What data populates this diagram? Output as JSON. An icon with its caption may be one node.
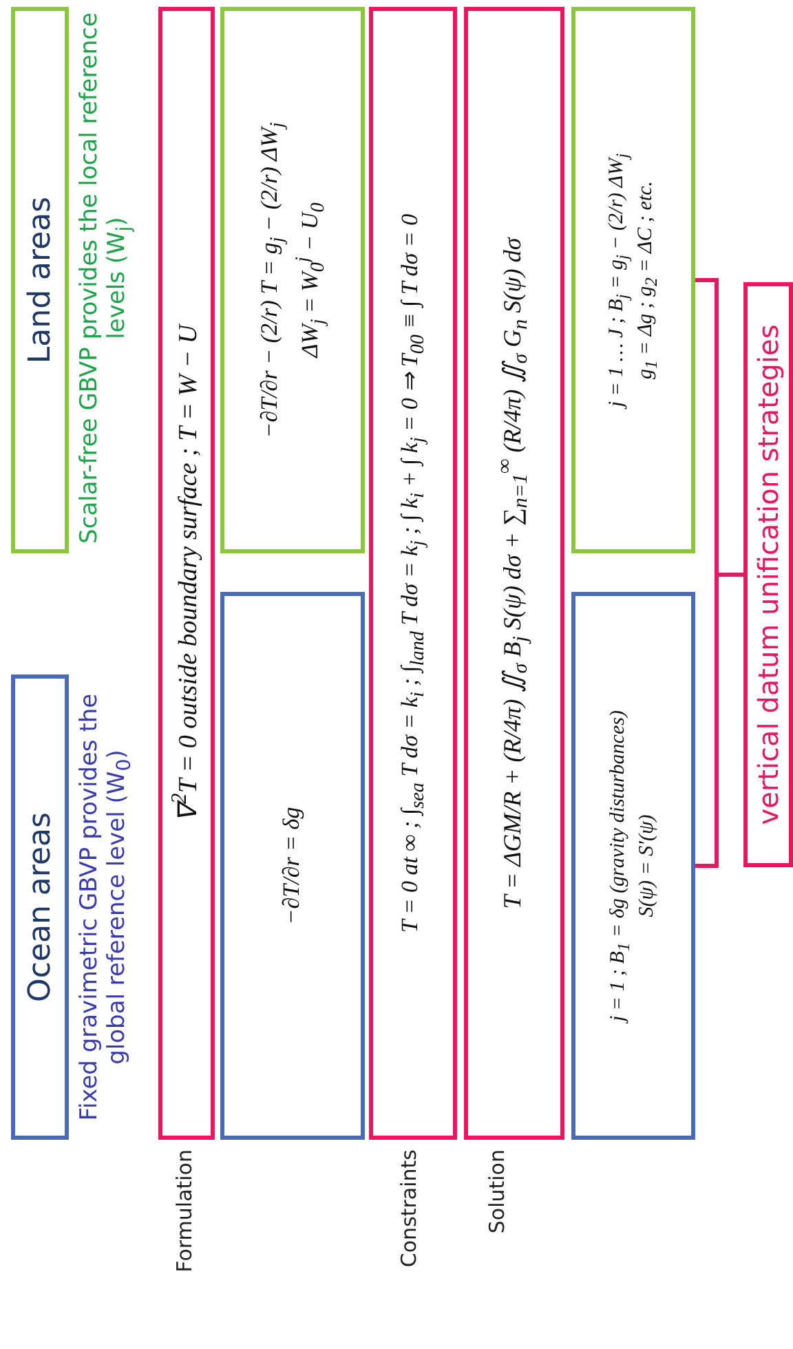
{
  "diagram": {
    "nodes": [
      {
        "text": [
          "Ocean areas"
        ]
      },
      {
        "text": [
          "Land areas"
        ]
      },
      {
        "text": [
          "∇$^{2}$T = 0   outside boundary surface   ;   T = W − U"
        ]
      },
      {
        "text": [
          "−∂T/∂r = δg"
        ]
      },
      {
        "text": [
          "−∂T/∂r − (2/r) T = g$_{j}$ − (2/r) ΔW$_{j}$",
          "ΔW$_{j}$ = W$_{0}$$^{j}$ − U$_{0}$"
        ]
      },
      {
        "text": [
          "T = 0 at ∞ ;  ∫$_{sea}$ T dσ = k$_{i}$ ;  ∫$_{land}$ T dσ = k$_{j}$ ;  ∫ k$_{i}$ + ∫ k$_{j}$ = 0 ⇒ T$_{00}$ ≡ ∫ T dσ = 0"
        ]
      },
      {
        "text": [
          "T = ΔGM/R + (R/4π) ∬$_{σ}$ B$_{j}$ S(ψ) dσ + ∑$_{n=1}$$^{∞}$ (R/4π) ∬$_{σ}$ G$_{n}$ S(ψ) dσ"
        ]
      },
      {
        "text": [
          "j = 1 ; B$_{1}$ = δg (gravity disturbances)",
          "S(ψ) = S′(ψ)"
        ]
      },
      {
        "text": [
          "j = 1 … J ;   B$_{j}$ = g$_{j}$ − (2/r) ΔW$_{j}$",
          "g$_{1}$ = Δg ; g$_{2}$ = ΔC ; etc."
        ]
      },
      {
        "text": [
          "vertical datum unification strategies"
        ]
      }
    ],
    "edges": [
      {
        "from": 7,
        "to": 9,
        "arrow": "none"
      },
      {
        "from": 8,
        "to": 9,
        "arrow": "none"
      }
    ],
    "labels": [
      "Fixed gravimetric GBVP provides the global reference level (W$_{0}$)",
      "Scalar-free GBVP provides the local reference levels (W$_{j}$)",
      "Formulation",
      "Constraints",
      "Solution"
    ]
  }
}
